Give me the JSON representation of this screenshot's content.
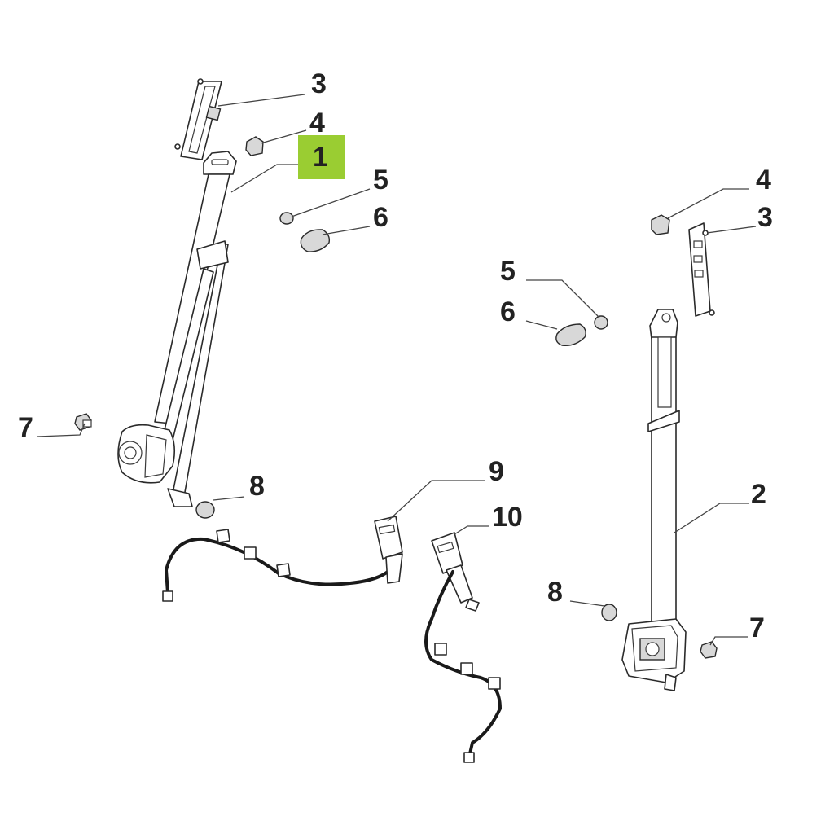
{
  "callouts": {
    "c1": "1",
    "c2": "2",
    "c3_left": "3",
    "c3_right": "3",
    "c4_left": "4",
    "c4_right": "4",
    "c5_left": "5",
    "c5_right": "5",
    "c6_left": "6",
    "c6_right": "6",
    "c7_left": "7",
    "c7_right": "7",
    "c8_left": "8",
    "c8_right": "8",
    "c9": "9",
    "c10": "10"
  },
  "colors": {
    "highlight": "#9acd32",
    "line": "#2a2a2a",
    "background": "#ffffff"
  }
}
